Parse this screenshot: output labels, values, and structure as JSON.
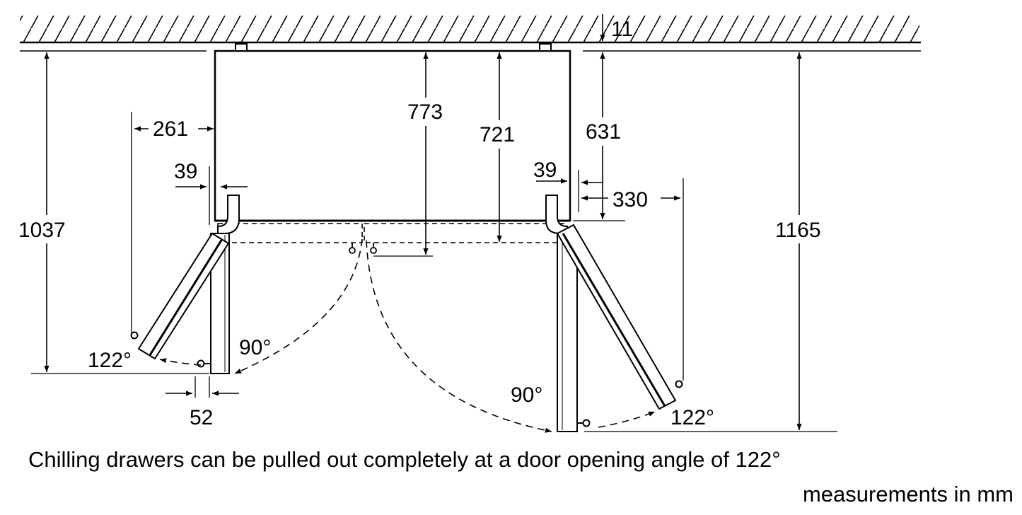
{
  "dimensions": {
    "ceiling_gap": "11",
    "left_side_clearance": "261",
    "body_depth": "773",
    "inner_depth": "721",
    "right_upper_depth": "631",
    "left_hinge_offset": "39",
    "right_hinge_offset": "39",
    "right_side_clearance": "330",
    "left_total_depth": "1037",
    "right_total_depth": "1165",
    "left_door_gap": "52"
  },
  "angles": {
    "left_open": "122°",
    "left_right_angle": "90°",
    "right_right_angle": "90°",
    "right_open": "122°"
  },
  "caption": "Chilling drawers can be pulled out completely at a door opening angle of 122°",
  "units_note": "measurements in mm"
}
